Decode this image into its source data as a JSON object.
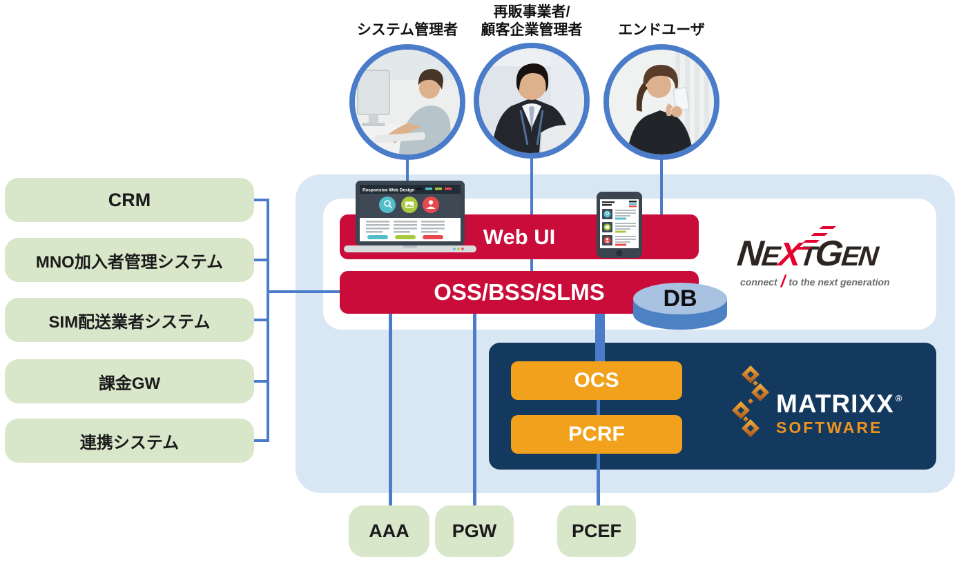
{
  "actors": {
    "a1_label": "システム管理者",
    "a2_label_line1": "再販事業者/",
    "a2_label_line2": "顧客企業管理者",
    "a3_label": "エンドユーザ"
  },
  "left_systems": {
    "crm": "CRM",
    "mno": "MNO加入者管理システム",
    "sim": "SIM配送業者システム",
    "billing_gw": "課金GW",
    "linked": "連携システム"
  },
  "platform": {
    "web_ui": "Web UI",
    "oss_bss_slms": "OSS/BSS/SLMS",
    "db": "DB"
  },
  "matrixx": {
    "ocs": "OCS",
    "pcrf": "PCRF",
    "brand": "MATRIXX",
    "registered": "®",
    "brand_sub": "SOFTWARE"
  },
  "nextgen": {
    "l1": "N",
    "l2": "E",
    "l3": "X",
    "l4": "T",
    "l5": "G",
    "l6": "E",
    "l7": "N",
    "tagline_left": "connect",
    "tagline_slash": "/",
    "tagline_right": "to the next generation"
  },
  "network_nodes": {
    "aaa": "AAA",
    "pgw": "PGW",
    "pcef": "PCEF"
  },
  "device_mockups": {
    "laptop_header": "Responsive Web Design"
  },
  "colors": {
    "accent_red": "#ca0c3a",
    "panel_blue": "#d9e6f3",
    "panel_white": "#ffffff",
    "navy": "#14395e",
    "orange": "#f2a11d",
    "connector_blue": "#4a7cc9",
    "box_green": "#d8e6ca",
    "db_top": "#a9c2e2",
    "db_side": "#4c82c4",
    "nextgen_dark": "#2d2522",
    "nextgen_red": "#e3032e",
    "matrixx_orange": "#f0941f",
    "text_dark": "#1a1a1a"
  }
}
